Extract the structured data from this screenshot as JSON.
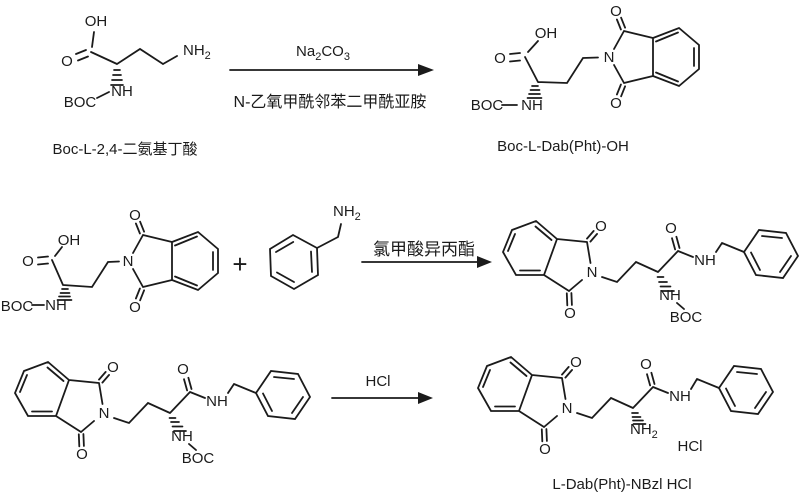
{
  "colors": {
    "background": "#ffffff",
    "ink": "#1b1b1b"
  },
  "atoms": {
    "OH": "OH",
    "O": "O",
    "N": "N",
    "NH": "NH",
    "BOC": "BOC",
    "NH2_main": "NH",
    "NH2_sub": "2",
    "plus": "+"
  },
  "reagents": {
    "step1_above_parts": {
      "p1": "Na",
      "s1": "2",
      "p2": "CO",
      "s2": "3"
    },
    "step1_below": "N-乙氧甲酰邻苯二甲酰亚胺",
    "step2_above": "氯甲酸异丙酯",
    "step3_above": "HCl"
  },
  "names": {
    "start": "Boc-L-2,4-二氨基丁酸",
    "step1_product": "Boc-L-Dab(Pht)-OH",
    "final_product": "L-Dab(Pht)-NBzl HCl"
  },
  "salt": {
    "hcl": "HCl"
  }
}
